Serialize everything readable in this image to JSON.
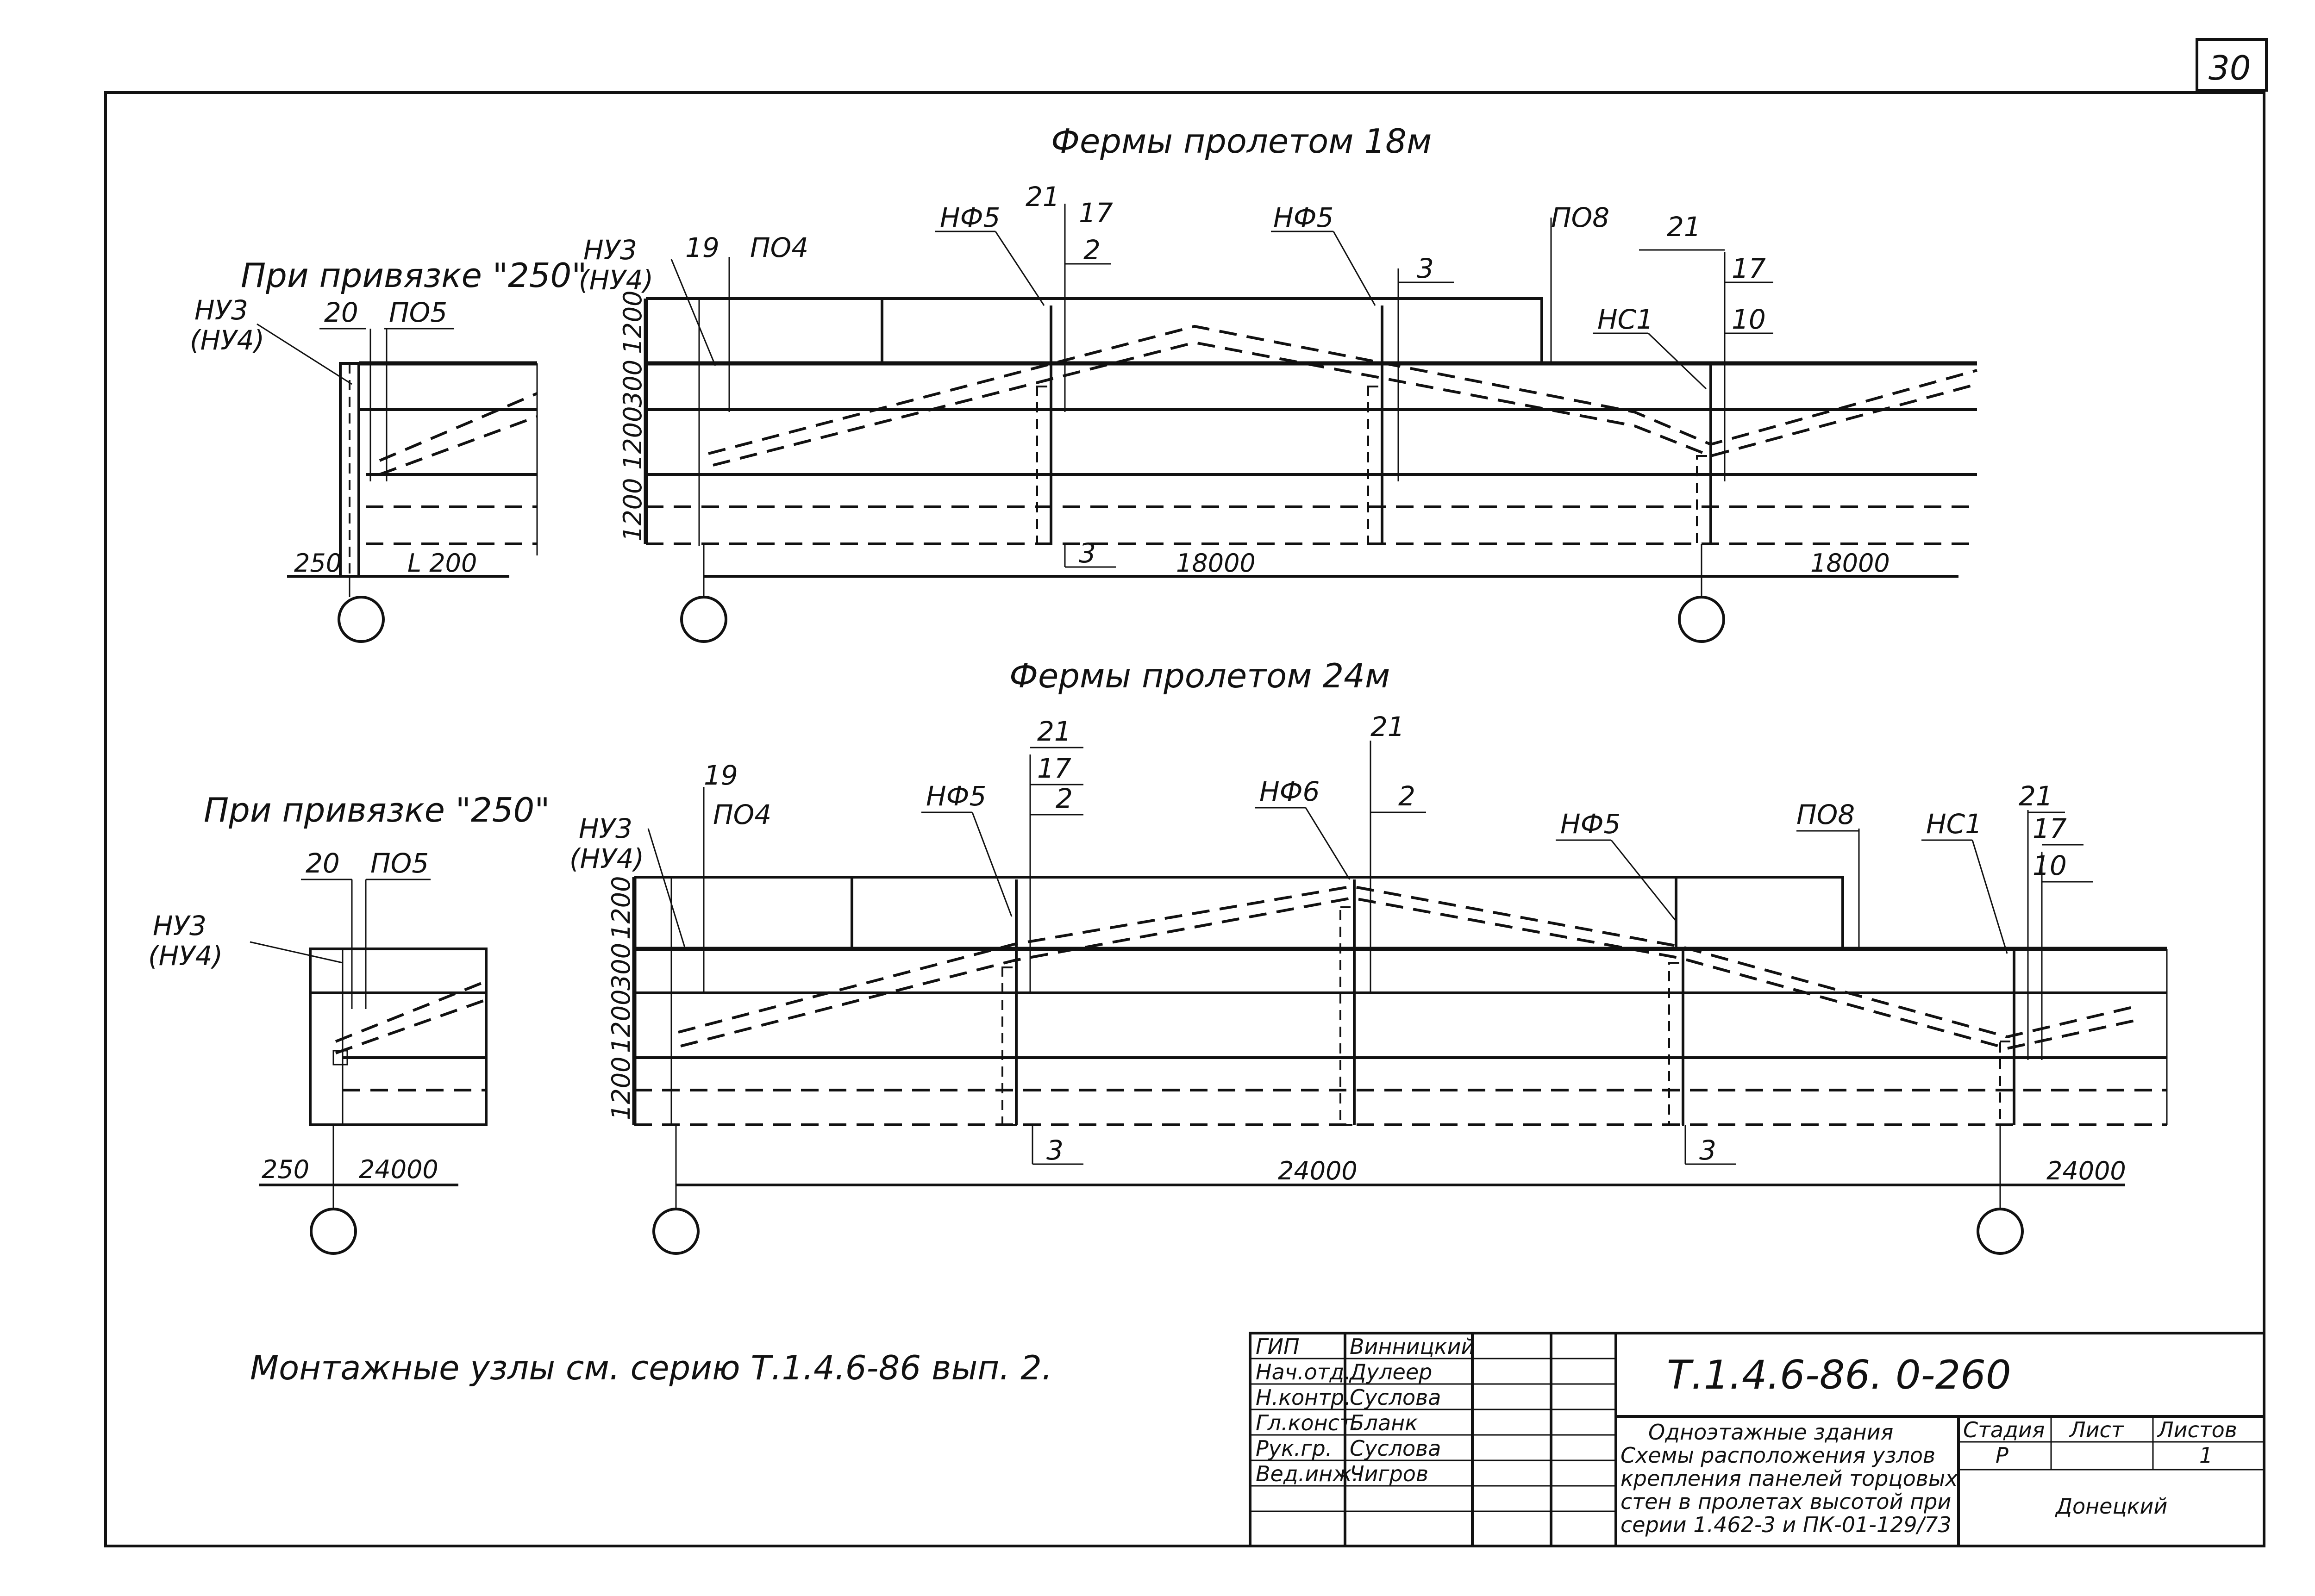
{
  "sheet": {
    "page_number": "30",
    "section_18": {
      "title": "Фермы пролетом 18м",
      "inset_title": "При привязке \"250\"",
      "inset_labels": {
        "nu3": "НУ3",
        "nu4": "(НУ4)",
        "p20": "20",
        "po5": "ПО5"
      },
      "inset_dims": {
        "left": "250",
        "right": "L 200"
      },
      "labels": {
        "nu3": "НУ3",
        "nu4": "(НУ4)",
        "p19": "19",
        "po4": "ПО4",
        "nf5a": "НФ5",
        "p21a": "21",
        "p17a": "17",
        "p2": "2",
        "nf5b": "НФ5",
        "p3top": "3",
        "po8": "ПО8",
        "p21b": "21",
        "p17b": "17",
        "p10": "10",
        "ns1": "НС1",
        "p3bot": "3"
      },
      "heights": [
        "1200",
        "300",
        "1200",
        "1200"
      ],
      "dims": {
        "span1": "18000",
        "span2": "18000"
      }
    },
    "section_24": {
      "title": "Фермы пролетом 24м",
      "inset_title": "При привязке \"250\"",
      "inset_labels": {
        "p20": "20",
        "po5": "ПО5",
        "nu3": "НУ3",
        "nu4": "(НУ4)"
      },
      "inset_dims": {
        "left": "250",
        "right": "24000"
      },
      "labels": {
        "nu3": "НУ3",
        "nu4": "(НУ4)",
        "p19": "19",
        "po4": "ПО4",
        "nf5a": "НФ5",
        "p21a": "21",
        "p17a": "17",
        "p2a": "2",
        "nf6": "НФ6",
        "p21b": "21",
        "p2b": "2",
        "nf5b": "НФ5",
        "po8": "ПО8",
        "ns1": "НС1",
        "p21c": "21",
        "p17c": "17",
        "p10": "10",
        "p3a": "3",
        "p3b": "3"
      },
      "heights": [
        "1200",
        "300",
        "1200",
        "1200"
      ],
      "dims": {
        "span1": "24000",
        "span2": "24000"
      }
    },
    "note": "Монтажные узлы см. серию Т.1.4.6-86 вып. 2."
  },
  "title_block": {
    "code": "Т.1.4.6-86. 0-260",
    "roles": [
      "ГИП",
      "Нач.отд.",
      "Н.контр.",
      "Гл.конст.",
      "Рук.гр.",
      "Вед.инж."
    ],
    "names": [
      "Винницкий",
      "Дулеер",
      "Суслова",
      "Бланк",
      "Суслова",
      "Чигров"
    ],
    "description": [
      "Одноэтажные здания",
      "Схемы расположения узлов",
      "крепления панелей торцовых",
      "стен в пролетах высотой при",
      "серии 1.462-3 и ПК-01-129/73"
    ],
    "stage_label": "Стадия",
    "sheet_label": "Лист",
    "sheets_label": "Листов",
    "stage": "Р",
    "sheets": "1",
    "org": "Донецкий"
  }
}
